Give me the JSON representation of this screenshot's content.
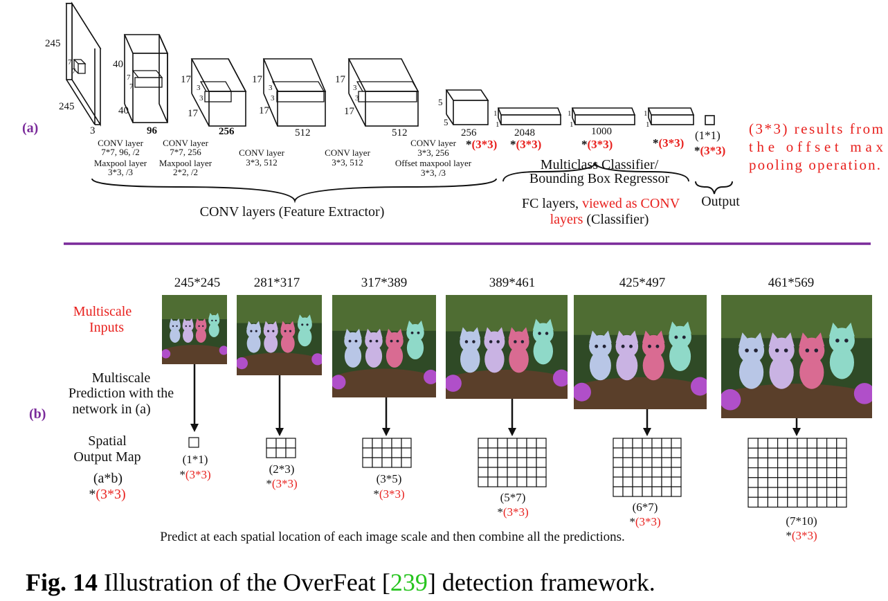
{
  "colors": {
    "red": "#e8201d",
    "purple": "#7a2a9a",
    "green": "#27c41f",
    "black": "#111111"
  },
  "part_a": {
    "label": "(a)",
    "dims": {
      "input": {
        "h": "245",
        "w": "245",
        "d": "3",
        "k1": "7",
        "k2": "7"
      },
      "c1": {
        "h": "40",
        "w": "40",
        "d": "96",
        "k1": "7",
        "k2": "7"
      },
      "c2": {
        "h": "17",
        "w": "17",
        "d": "256",
        "k1": "3",
        "k2": "3"
      },
      "c3": {
        "h": "17",
        "w": "17",
        "d": "512",
        "k1": "3",
        "k2": "3"
      },
      "c4": {
        "h": "17",
        "w": "17",
        "d": "512",
        "k1": "3",
        "k2": "3"
      },
      "c5": {
        "h": "5",
        "w": "5",
        "d": "256"
      },
      "fc1": {
        "a": "1",
        "b": "1",
        "d": "2048"
      },
      "fc2": {
        "a": "1",
        "b": "1",
        "d": "1000"
      },
      "fc3": {
        "a": "1",
        "b": "1"
      }
    },
    "layers": {
      "l1": [
        "CONV layer",
        "7*7, 96, /2",
        "Maxpool layer",
        "3*3, /3"
      ],
      "l2": [
        "CONV layer",
        "7*7, 256",
        "Maxpool layer",
        "2*2, /2"
      ],
      "l3": [
        "CONV layer",
        "3*3, 512"
      ],
      "l4": [
        "CONV layer",
        "3*3, 512"
      ],
      "l5": [
        "CONV layer",
        "3*3, 256",
        "Offset maxpool layer",
        "3*3, /3"
      ]
    },
    "star": "*",
    "offset_factor": "(3*3)",
    "output_size": "(1*1)",
    "note": [
      "(3*3) results from",
      "the offset max",
      "pooling operation."
    ],
    "classifier_label": [
      "Multiclass Classifier/",
      "Bounding Box Regressor"
    ],
    "conv_group_label": "CONV layers (Feature Extractor)",
    "fc_label": {
      "prefix": "FC layers, ",
      "highlight_1": "viewed as CONV",
      "highlight_2": "layers",
      "suffix": " (Classifier)"
    },
    "output_label": "Output"
  },
  "part_b": {
    "label": "(b)",
    "inputs_label": [
      "Multiscale",
      "Inputs"
    ],
    "prediction_label": [
      "Multiscale",
      "Prediction with the",
      "network in (a)"
    ],
    "map_label": [
      "Spatial",
      "Output Map"
    ],
    "map_dims": "(a*b)",
    "scales": [
      {
        "size": "245*245",
        "grid": "(1*1)",
        "rows": 1,
        "cols": 1
      },
      {
        "size": "281*317",
        "grid": "(2*3)",
        "rows": 2,
        "cols": 3
      },
      {
        "size": "317*389",
        "grid": "(3*5)",
        "rows": 3,
        "cols": 5
      },
      {
        "size": "389*461",
        "grid": "(5*7)",
        "rows": 5,
        "cols": 7
      },
      {
        "size": "425*497",
        "grid": "(6*7)",
        "rows": 6,
        "cols": 7
      },
      {
        "size": "461*569",
        "grid": "(7*10)",
        "rows": 7,
        "cols": 10
      }
    ],
    "bottom_text": "Predict at each spatial location of each image scale and then combine all the predictions."
  },
  "caption": {
    "prefix": "Fig. 14",
    "text_before": "Illustration of the OverFeat [",
    "ref": "239",
    "text_after": "] detection framework."
  }
}
